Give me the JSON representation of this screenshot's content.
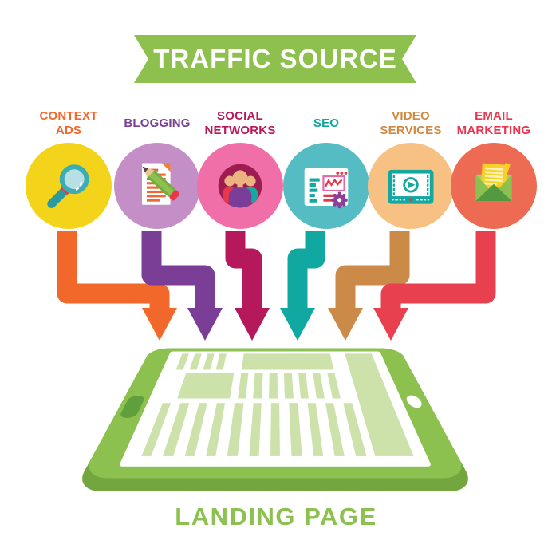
{
  "banner": {
    "title": "TRAFFIC SOURCE",
    "color": "#8dc04c",
    "text_color": "#ffffff"
  },
  "sources": [
    {
      "label": "CONTEXT\nADS",
      "label_color": "#f2672a",
      "circle_color": "#f4d41a",
      "arrow_color": "#f2672a",
      "icon": "magnifier-icon"
    },
    {
      "label": "BLOGGING",
      "label_color": "#7a3e97",
      "circle_color": "#c48fc6",
      "arrow_color": "#7a3e97",
      "icon": "document-pencil-icon"
    },
    {
      "label": "SOCIAL\nNETWORKS",
      "label_color": "#b5185b",
      "circle_color": "#f06fa8",
      "arrow_color": "#b5185b",
      "icon": "people-icon"
    },
    {
      "label": "SEO",
      "label_color": "#0ea79e",
      "circle_color": "#55bcc3",
      "arrow_color": "#10a8a0",
      "icon": "browser-analytics-icon"
    },
    {
      "label": "VIDEO\nSERVICES",
      "label_color": "#cf8a41",
      "circle_color": "#f7c184",
      "arrow_color": "#cc8a49",
      "icon": "video-player-icon"
    },
    {
      "label": "EMAIL\nMARKETING",
      "label_color": "#e7354d",
      "circle_color": "#ee6b53",
      "arrow_color": "#e8404f",
      "icon": "email-envelope-icon"
    }
  ],
  "landing": {
    "label": "LANDING PAGE",
    "color": "#8cc04f"
  },
  "tablet": {
    "body_color": "#8cc04f",
    "edge_color": "#73a63f",
    "screen_color": "#ffffff",
    "content_color": "#cde2ab",
    "button_color": "#5f9f3d"
  }
}
